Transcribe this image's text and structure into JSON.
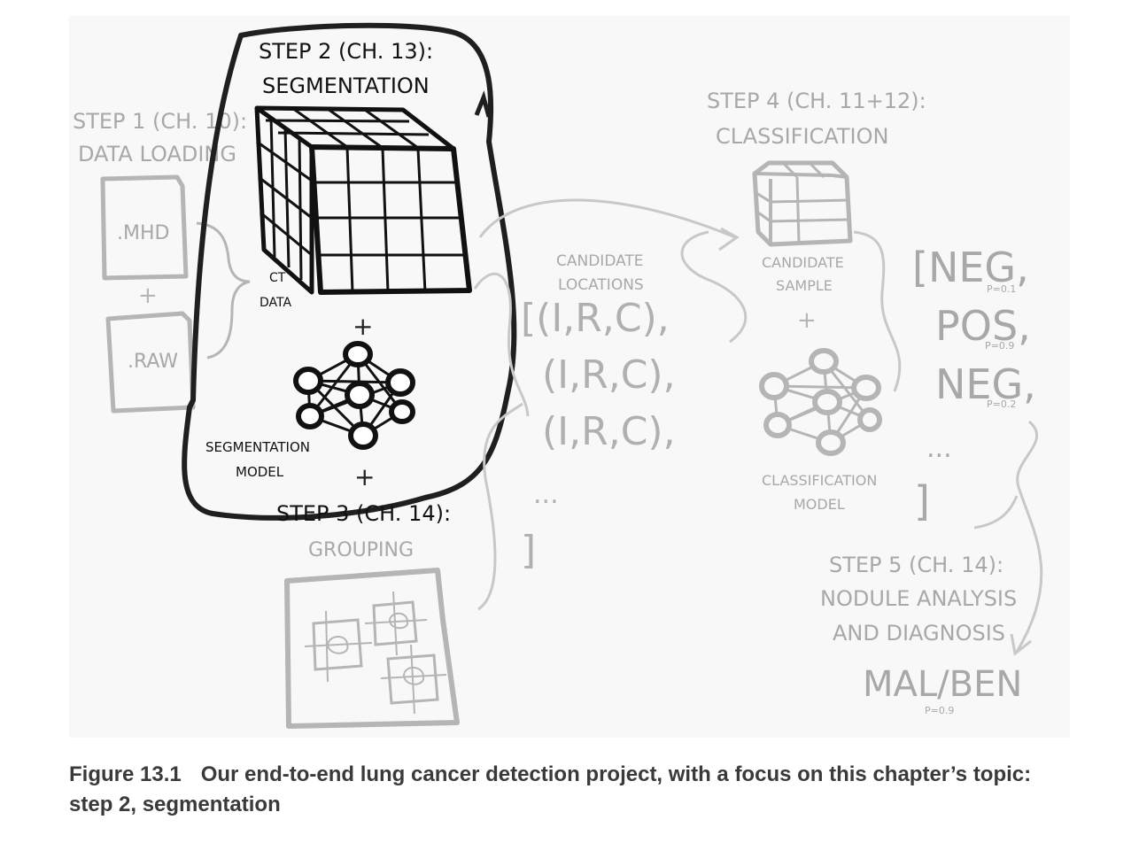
{
  "step2": {
    "title_line1": "STEP 2 (CH. 13):",
    "title_line2": "SEGMENTATION"
  },
  "step1": {
    "title_line1": "STEP 1 (CH. 10):",
    "title_line2": "DATA LOADING",
    "file_mhd": ".MHD",
    "file_raw": ".RAW",
    "plus": "+"
  },
  "ct_data": {
    "line1": "CT",
    "line2": "DATA"
  },
  "seg_model": {
    "line1": "SEGMENTATION",
    "line2": "MODEL"
  },
  "plus": "+",
  "step3": {
    "title_line1": "STEP 3 (CH. 14):",
    "title_line2": "GROUPING"
  },
  "candidate_locations": {
    "label_line1": "CANDIDATE",
    "label_line2": "LOCATIONS",
    "items": [
      "[(I,R,C),",
      "(I,R,C),",
      "(I,R,C),"
    ],
    "ellipsis": "...",
    "close": "]"
  },
  "step4": {
    "title_line1": "STEP 4 (CH. 11+12):",
    "title_line2": "CLASSIFICATION"
  },
  "candidate_sample": {
    "line1": "CANDIDATE",
    "line2": "SAMPLE"
  },
  "class_model": {
    "line1": "CLASSIFICATION",
    "line2": "MODEL"
  },
  "results": {
    "items": [
      {
        "label": "[NEG,",
        "prob": "P=0.1"
      },
      {
        "label": "POS,",
        "prob": "P=0.9"
      },
      {
        "label": "NEG,",
        "prob": "P=0.2"
      }
    ],
    "ellipsis": "...",
    "close": "]"
  },
  "step5": {
    "title_line1": "STEP 5 (CH. 14):",
    "title_line2": "NODULE ANALYSIS",
    "title_line3": "AND DIAGNOSIS",
    "result": "MAL/BEN",
    "prob": "P=0.9"
  },
  "caption": {
    "number": "Figure 13.1",
    "text": "Our end-to-end lung cancer detection project, with a focus on this chapter’s topic: step 2, segmentation"
  },
  "colors": {
    "ink": "#1a1a1a",
    "faded": "#b5b5b5",
    "faded_text": "#a8a8a8",
    "caption": "#3a3a3a"
  }
}
